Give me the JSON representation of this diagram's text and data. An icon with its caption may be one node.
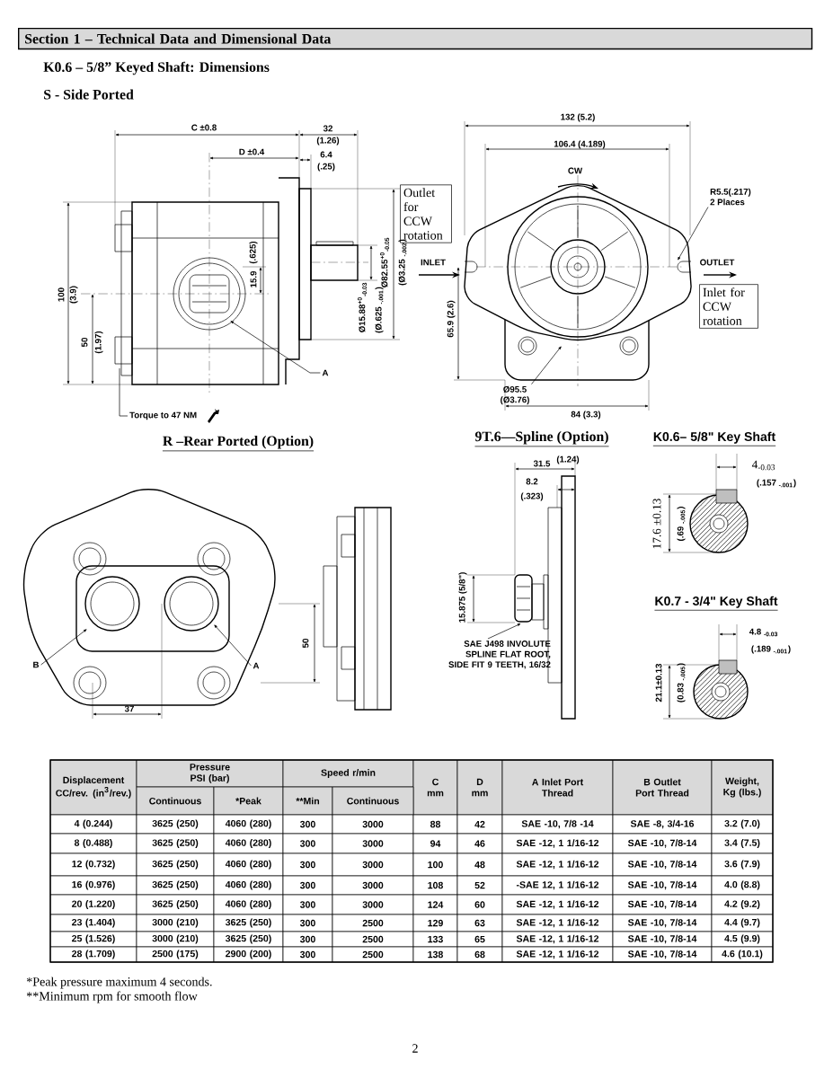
{
  "diagram": {
    "nodes": [
      {
        "text": [
          "Section 1 – Technical Data and Dimensional Data"
        ]
      },
      {
        "text": [
          "Outlet for CCW rotation"
        ]
      },
      {
        "text": [
          "Inlet for CCW rotation"
        ]
      },
      {
        "text": [
          "A"
        ]
      },
      {
        "text": [
          "Torque to 47 NM"
        ]
      },
      {
        "text": [
          "R5.5(.217)",
          "2 Places"
        ]
      },
      {
        "text": [
          "Ø95.5",
          "(Ø3.76)"
        ]
      },
      {
        "text": [
          "B"
        ]
      },
      {
        "text": [
          "A"
        ]
      },
      {
        "text": [
          "SAE J498 INVOLUTE SPLINE FLAT ROOT, SIDE FIT 9 TEETH, 16/32"
        ]
      }
    ],
    "edges": [
      {
        "from": 3,
        "to": null,
        "arrow": "to"
      },
      {
        "from": 4,
        "to": null,
        "arrow": "none"
      },
      {
        "from": 5,
        "to": null,
        "arrow": "to"
      },
      {
        "from": 6,
        "to": null,
        "arrow": "to"
      },
      {
        "from": 7,
        "to": null,
        "arrow": "to"
      },
      {
        "from": 8,
        "to": null,
        "arrow": "to"
      },
      {
        "from": 9,
        "to": null,
        "arrow": "to"
      }
    ],
    "labels": [
      "K0.6 – 5/8” Keyed Shaft:  Dimensions",
      "S - Side Ported",
      "C ±0.8",
      "32",
      "(1.26)",
      "6.4",
      "(.25)",
      "D ±0.4",
      "100",
      "(3.9)",
      "50",
      "(1.97)",
      "15.9",
      "(.625)",
      "Ø15.88$^{+0}$$_{-0.03}$",
      "(Ø.625 $_{-.001}$)",
      "Ø82.55$^{+0}$$_{-0.05}$",
      "(Ø3.25 $_{-.002}$)",
      "INLET",
      "132 (5.2)",
      "106.4 (4.189)",
      "CW",
      "OUTLET",
      "65.9 (2.6)",
      "84 (3.3)",
      "R –Rear Ported (Option)",
      "9T.6—Spline (Option)",
      "K0.6– 5/8\" Key Shaft",
      "50",
      "37",
      "31.5",
      "(1.24)",
      "8.2",
      "(.323)",
      "15.875 (5/8\")",
      "4$_{-0.03}$",
      "(.157 $_{-.001}$)",
      "17.6 ±0.13",
      "(.69 $_{-.005}$)",
      "K0.7 - 3/4\" Key Shaft",
      "4.8 $_{-0.03}$",
      "(.189 $_{-.001}$)",
      "21.1±0.13",
      "(0.83 $_{-.005}$)",
      "Displacement CC/rev. (in$^{3}$/rev.)",
      "Pressure PSI (bar)",
      "Speed r/min",
      "C mm",
      "D mm",
      "A Inlet Port Thread",
      "B Outlet Port Thread",
      "Weight, Kg (lbs.)",
      "Continuous",
      "*Peak",
      "**Min",
      "Continuous",
      "4 (0.244)",
      "3625 (250)",
      "4060 (280)",
      "300",
      "3000",
      "88",
      "42",
      "SAE -10, 7/8 -14",
      "SAE -8, 3/4-16",
      "3.2 (7.0)",
      "8 (0.488)",
      "3625 (250)",
      "4060 (280)",
      "300",
      "3000",
      "94",
      "46",
      "SAE -12, 1 1/16-12",
      "SAE -10, 7/8-14",
      "3.4 (7.5)",
      "12 (0.732)",
      "3625 (250)",
      "4060 (280)",
      "300",
      "3000",
      "100",
      "48",
      "SAE -12, 1 1/16-12",
      "SAE -10, 7/8-14",
      "3.6 (7.9)",
      "16 (0.976)",
      "3625 (250)",
      "4060 (280)",
      "300",
      "3000",
      "108",
      "52",
      "-SAE 12, 1 1/16-12",
      "SAE -10, 7/8-14",
      "4.0 (8.8)",
      "20 (1.220)",
      "3625 (250)",
      "4060 (280)",
      "300",
      "3000",
      "124",
      "60",
      "SAE -12, 1 1/16-12",
      "SAE -10, 7/8-14",
      "4.2 (9.2)",
      "23 (1.404)",
      "3000 (210)",
      "3625 (250)",
      "300",
      "2500",
      "129",
      "63",
      "SAE -12, 1 1/16-12",
      "SAE -10, 7/8-14",
      "4.4 (9.7)",
      "25 (1.526)",
      "3000 (210)",
      "3625 (250)",
      "300",
      "2500",
      "133",
      "65",
      "SAE -12, 1 1/16-12",
      "SAE -10, 7/8-14",
      "4.5 (9.9)",
      "28 (1.709)",
      "2500 (175)",
      "2900 (200)",
      "300",
      "2500",
      "138",
      "68",
      "SAE -12, 1 1/16-12",
      "SAE -10, 7/8-14",
      "4.6 (10.1)",
      "*Peak pressure maximum 4 seconds.",
      "**Minimum rpm for smooth flow",
      "2"
    ]
  }
}
